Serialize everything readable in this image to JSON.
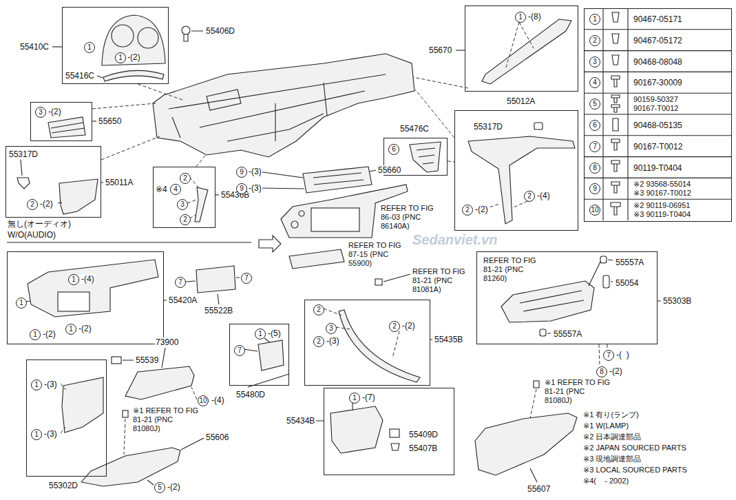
{
  "diagram": {
    "nodes": [
      {
        "text": [
          "1",
          "1",
          "-(2)",
          "55416C"
        ]
      },
      {
        "text": [
          "1",
          "-(8)"
        ]
      },
      {
        "text": [
          "1",
          "90467-05171",
          "2",
          "90467-05172",
          "3",
          "90468-08048",
          "4",
          "90167-30009",
          "5",
          "90159-50327",
          "90167-T0012",
          "6",
          "90468-05135",
          "7",
          "90167-T0012",
          "8",
          "90119-T0404",
          "9",
          "※2 93568-55014",
          "※3 90167-T0012",
          "10",
          "※2 90119-06951",
          "※3 90119-T0404"
        ]
      },
      {
        "text": [
          "3",
          "-(2)"
        ]
      },
      {
        "text": [
          "55317D",
          "2",
          "-(4)",
          "2",
          "-(2)"
        ]
      },
      {
        "text": [
          "6"
        ]
      },
      {
        "text": [
          "55317D",
          "2",
          "-(2)"
        ]
      },
      {
        "text": [
          "2",
          "※4",
          "4",
          "3",
          "2"
        ]
      },
      {
        "text": [
          "1",
          "-(4)",
          "1",
          "1",
          "-(2)",
          "1",
          "-(2)"
        ]
      },
      {
        "text": [
          "REFER TO FIG 81-21 (PNC 81260)",
          "55557A",
          "55054",
          "55557A"
        ]
      },
      {
        "text": [
          "2",
          "3",
          "2",
          "-(3)",
          "2",
          "-(2)"
        ]
      },
      {
        "text": [
          "1",
          "-(5)",
          "7"
        ]
      },
      {
        "text": [
          "1",
          "-(3)",
          "1",
          "-(3)"
        ]
      },
      {
        "text": [
          "1",
          "-(7)",
          "55409D",
          "55407B"
        ]
      }
    ],
    "edges": [
      {
        "from": 5,
        "to": 4,
        "arrow": "none"
      }
    ],
    "labels": [
      "55410C",
      "55406D",
      "55650",
      "55011A",
      "55436B",
      "55476C",
      "55670",
      "55012A",
      "55660",
      "9",
      "-(3)",
      "9",
      "-(3)",
      "無し(オーディオ)",
      "W/O(AUDIO)",
      "REFER TO FIG 86-03 (PNC 86140A)",
      "REFER TO FIG 87-15 (PNC 55900)",
      "REFER TO FIG 81-21 (PNC 81081A)",
      "Sedanviet.vn",
      "7",
      "55522B",
      "7",
      "55420A",
      "73900",
      "55539",
      "10",
      "-(4)",
      "※1 REFER TO FIG 81-21 (PNC 81080J)",
      "55606",
      "5",
      "-(2)",
      "7",
      "-(  )",
      "8",
      "-(2)",
      "※1 REFER TO FIG 81-21 (PNC 81080J)",
      "55607",
      "55303B",
      "55480D",
      "55435B",
      "55434B",
      "55302D",
      "※1 有り(ランプ)",
      "※1 W(LAMP)",
      "※2 日本調達部品",
      "※2 JAPAN SOURCED PARTS",
      "※3 現地調達部品",
      "※3 LOCAL SOURCED PARTS",
      "※4(    - 2002)"
    ]
  }
}
